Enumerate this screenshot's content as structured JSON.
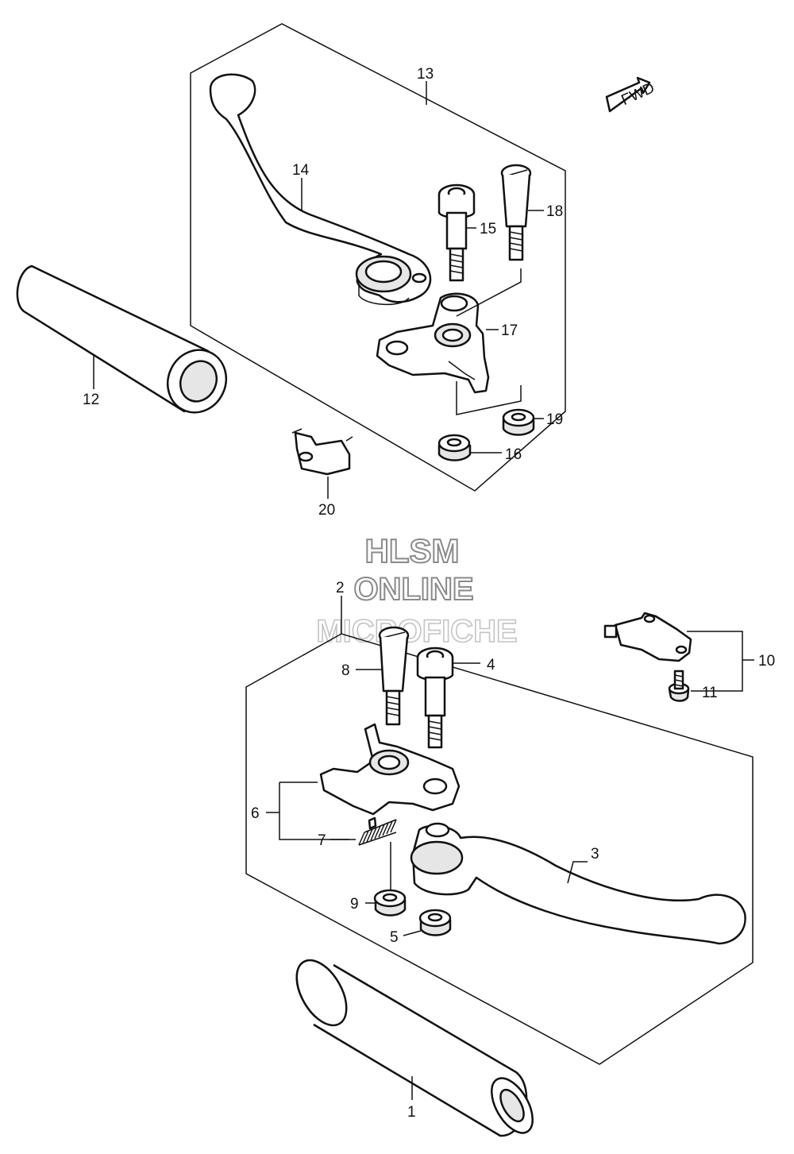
{
  "direction_label": "FWD",
  "watermark": {
    "line1": "HLSM",
    "line2": "ONLINE",
    "line3": "MICROFICHE"
  },
  "callouts": {
    "p1": "1",
    "p2": "2",
    "p3": "3",
    "p4": "4",
    "p5": "5",
    "p6": "6",
    "p7": "7",
    "p8": "8",
    "p9": "9",
    "p10": "10",
    "p11": "11",
    "p12": "12",
    "p13": "13",
    "p14": "14",
    "p15": "15",
    "p16": "16",
    "p17": "17",
    "p18": "18",
    "p19": "19",
    "p20": "20"
  }
}
